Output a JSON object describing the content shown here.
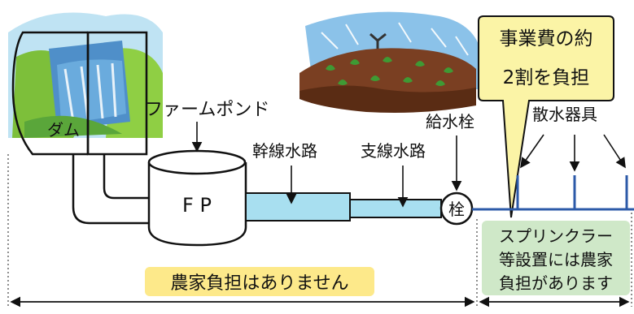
{
  "labels": {
    "dam": "ダム",
    "farm_pond": "ファームポンド",
    "fp": "F P",
    "main_canal": "幹線水路",
    "branch_canal": "支線水路",
    "hydrant": "給水栓",
    "hydrant_symbol": "栓",
    "sprinkler_heads": "散水器具",
    "cost_line1": "事業費の約",
    "cost_line2": "2割を負担",
    "no_farmer_burden": "農家負担はありません",
    "farmer_burden_line1": "スプリンクラー",
    "farmer_burden_line2": "等設置には農家",
    "farmer_burden_line3": "負担があります"
  },
  "colors": {
    "pipe_fill": "#a8dff0",
    "callout_yellow": "#fbf4a6",
    "highlight_yellow": "#fde98a",
    "green_box": "#cfe8c8",
    "sprinkler_blue": "#2c5aa8",
    "soil": "#7a3f22",
    "water_blue": "#4a9bd6"
  },
  "icons": [
    "dam-illustration",
    "sprinkler-field-illustration",
    "hydrant-symbol",
    "arrow-icon"
  ]
}
